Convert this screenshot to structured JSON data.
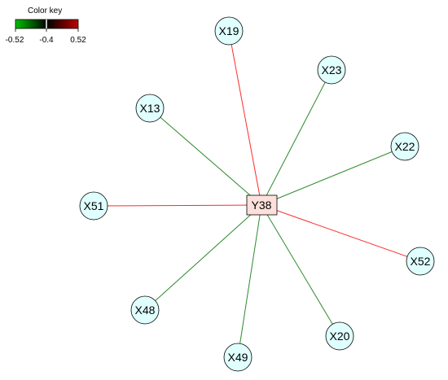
{
  "color_key": {
    "title": "Color key",
    "ticks": [
      "-0.52",
      "-0.4",
      "0.52"
    ],
    "tick_values": [
      -0.52,
      -0.4,
      0.52
    ],
    "range": [
      -0.52,
      0.52
    ],
    "low_color": "#00c000",
    "mid_color": "#000000",
    "high_color": "#c00000"
  },
  "center_node": {
    "label": "Y38",
    "fill": "#fde0dc"
  },
  "node_fill": "#e0ffff",
  "neighbors": [
    {
      "label": "X19",
      "sign": "positive"
    },
    {
      "label": "X23",
      "sign": "negative"
    },
    {
      "label": "X13",
      "sign": "negative"
    },
    {
      "label": "X22",
      "sign": "negative"
    },
    {
      "label": "X51",
      "sign": "positive"
    },
    {
      "label": "X52",
      "sign": "positive"
    },
    {
      "label": "X48",
      "sign": "negative"
    },
    {
      "label": "X20",
      "sign": "negative"
    },
    {
      "label": "X49",
      "sign": "negative"
    }
  ],
  "edge_colors": {
    "positive": "#ff2a2a",
    "negative": "#2d8a2d"
  }
}
